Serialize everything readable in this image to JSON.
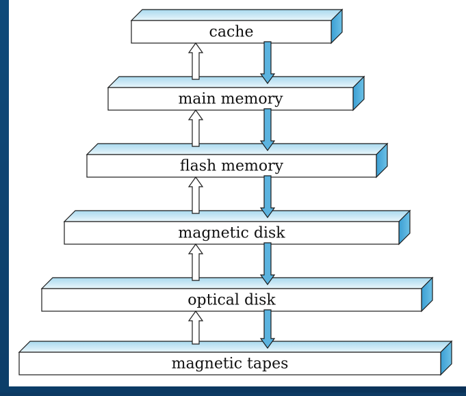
{
  "diagram": {
    "tiers": [
      {
        "id": "cache",
        "label": "cache"
      },
      {
        "id": "main-memory",
        "label": "main memory"
      },
      {
        "id": "flash-memory",
        "label": "flash memory"
      },
      {
        "id": "magnetic-disk",
        "label": "magnetic disk"
      },
      {
        "id": "optical-disk",
        "label": "optical disk"
      },
      {
        "id": "magnetic-tapes",
        "label": "magnetic tapes"
      }
    ]
  },
  "colors": {
    "slide_background": "#0d3a63",
    "panel": "#ffffff",
    "box_top": "#cfeaf5",
    "box_side": "#4aa8d8",
    "box_stroke": "#1a1a1a",
    "arrow_down": "#5bb3df"
  }
}
